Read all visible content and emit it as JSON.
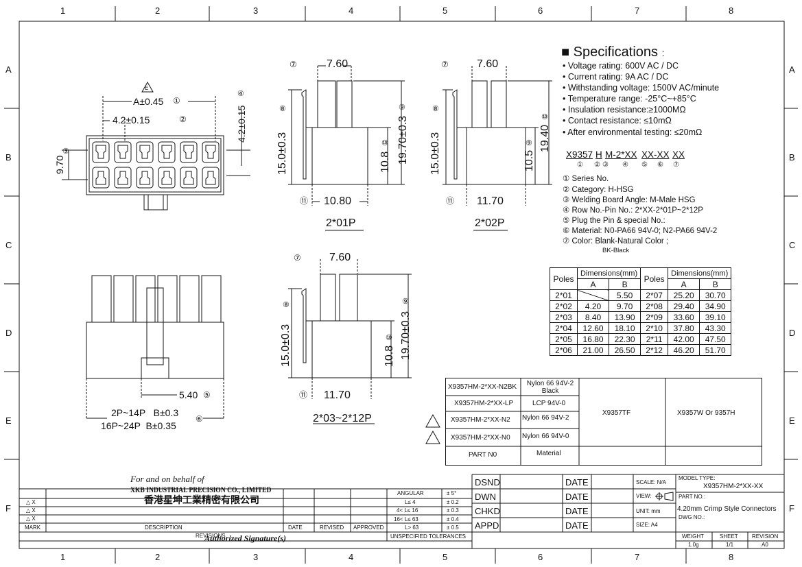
{
  "grid": {
    "columns": [
      "1",
      "2",
      "3",
      "4",
      "5",
      "6",
      "7",
      "8"
    ],
    "rows": [
      "A",
      "B",
      "C",
      "D",
      "E",
      "F"
    ]
  },
  "views": {
    "front": {
      "dim_a": "A±0.45",
      "dim_a_ref": "①",
      "dim_pitch": "4.2±0.15",
      "dim_pitch_ref": "②",
      "dim_row": "4.2±0.15",
      "dim_row_ref": "④",
      "dim_height": "9.70",
      "dim_height_ref": "③",
      "mark": "E"
    },
    "side_01": {
      "label": "2*01P",
      "width_top": "7.60",
      "width_top_ref": "⑦",
      "height_left": "15.0±0.3",
      "height_left_ref": "⑧",
      "height_right": "19.70±0.3",
      "height_right_ref": "⑨",
      "height_inner": "10.8",
      "height_inner_ref": "⑩",
      "width_bottom": "10.80",
      "width_bottom_ref": "⑪"
    },
    "side_02": {
      "label": "2*02P",
      "width_top": "7.60",
      "width_top_ref": "⑦",
      "height_left": "15.0±0.3",
      "height_left_ref": "⑧",
      "height_right": "19.40",
      "height_right_ref": "⑩",
      "height_inner": "10.5",
      "height_inner_ref": "⑨",
      "width_bottom": "11.70",
      "width_bottom_ref": "⑪"
    },
    "side_03": {
      "label": "2*03~2*12P",
      "width_top": "7.60",
      "width_top_ref": "⑦",
      "height_left": "15.0±0.3",
      "height_left_ref": "⑧",
      "height_right": "19.70±0.3",
      "height_right_ref": "⑨",
      "height_inner": "10.8",
      "height_inner_ref": "⑩",
      "width_bottom": "11.70",
      "width_bottom_ref": "⑪"
    },
    "bottom": {
      "dim_offset": "5.40",
      "dim_offset_ref": "⑤",
      "note1": "2P~14P   B±0.3",
      "note2": "16P~24P  B±0.35",
      "note_ref": "⑥"
    }
  },
  "specs": {
    "title": "Specifications",
    "title_colon": ":",
    "items": [
      "Voltage rating: 600V AC / DC",
      "Current rating: 9A  AC / DC",
      "Withstanding voltage: 1500V AC/minute",
      "Temperature range: -25°C~+85°C",
      "Insulation resistance:≥1000MΩ",
      "Contact resistance: ≤10mΩ",
      "After environmental testing:  ≤20mΩ"
    ],
    "part_code": [
      "X9357",
      "H",
      "M-2*XX",
      "XX-XX",
      "XX"
    ],
    "code_refs": [
      "①",
      "②",
      "③",
      "④",
      "⑤",
      "⑥",
      "⑦"
    ],
    "legend": [
      "① Series No.",
      "② Category:  H-HSG",
      "③ Welding Board Angle:  M-Male HSG",
      "④ Row No.-Pin No.:  2*XX-2*01P~2*12P",
      "⑤ Plug the Pin & special No.:",
      "⑥ Material:  N0-PA66 94V-0;   N2-PA66 94V-2",
      "⑦ Color:  Blank-Natural Color ;"
    ],
    "legend_extra": "BK-Black"
  },
  "dim_table": {
    "h_poles": "Poles",
    "h_dims": "Dimensions(mm)",
    "h_a": "A",
    "h_b": "B",
    "rows": [
      [
        "2*01",
        "",
        "5.50",
        "2*07",
        "25.20",
        "30.70"
      ],
      [
        "2*02",
        "4.20",
        "9.70",
        "2*08",
        "29.40",
        "34.90"
      ],
      [
        "2*03",
        "8.40",
        "13.90",
        "2*09",
        "33.60",
        "39.10"
      ],
      [
        "2*04",
        "12.60",
        "18.10",
        "2*10",
        "37.80",
        "43.30"
      ],
      [
        "2*05",
        "16.80",
        "22.30",
        "2*11",
        "42.00",
        "47.50"
      ],
      [
        "2*06",
        "21.00",
        "26.50",
        "2*12",
        "46.20",
        "51.70"
      ]
    ]
  },
  "parts": {
    "rows": [
      [
        "X9357HM-2*XX-N2BK",
        "Nylon 66  94V-2 Black"
      ],
      [
        "X9357HM-2*XX-LP",
        "LCP  94V-0"
      ],
      [
        "X9357HM-2*XX-N2",
        "Nylon 66  94V-2"
      ],
      [
        "X9357HM-2*XX-N0",
        "Nylon 66  94V-0"
      ]
    ],
    "footer_part": "PART N0",
    "footer_material": "Material",
    "col3": "X9357TF",
    "col4": "X9357W Or  9357H"
  },
  "title_block": {
    "company_for": "For and on behalf of",
    "company_name": "XKB INDUSTRIAL PRECISION CO., LIMITED",
    "company_cn": "香港星坤工業精密有限公司",
    "signature": "Authorized  Signature(s)",
    "rev_rows": [
      "△ X",
      "△ X",
      "△ X"
    ],
    "mark": "MARK",
    "description": "DESCRIPTION",
    "date": "DATE",
    "revised": "REVISED",
    "approved": "APPROVED",
    "revisions": "REVISIONS",
    "tol_header": [
      "ANGULAR",
      "± 5°"
    ],
    "tolerances": [
      [
        "L≤ 4",
        "± 0.2"
      ],
      [
        "4< L≤ 16",
        "± 0.3"
      ],
      [
        "16< L≤ 63",
        "± 0.4"
      ],
      [
        "L> 63",
        "± 0.5"
      ]
    ],
    "tol_caption": "UNSPECIFIED  TOLERANCES",
    "roles": [
      "DSND",
      "DWN",
      "CHKD",
      "APPD"
    ],
    "date_label": "DATE",
    "scale": "SCALE: N/A",
    "view": "VIEW:",
    "unit": "UNIT:  mm",
    "size": "SIZE:  A4",
    "model_type_label": "MODEL TYPE:",
    "model_type": "X9357HM-2*XX-XX",
    "part_no_label": "PART NO.:",
    "part_no": "4.20mm Crimp Style Connectors",
    "dwg_no_label": "DWG NO.:",
    "weight_label": "WEIGHT",
    "weight": "1.0g",
    "sheet_label": "SHEET",
    "sheet": "1/1",
    "revision_label": "REVISION",
    "revision": "A0"
  }
}
